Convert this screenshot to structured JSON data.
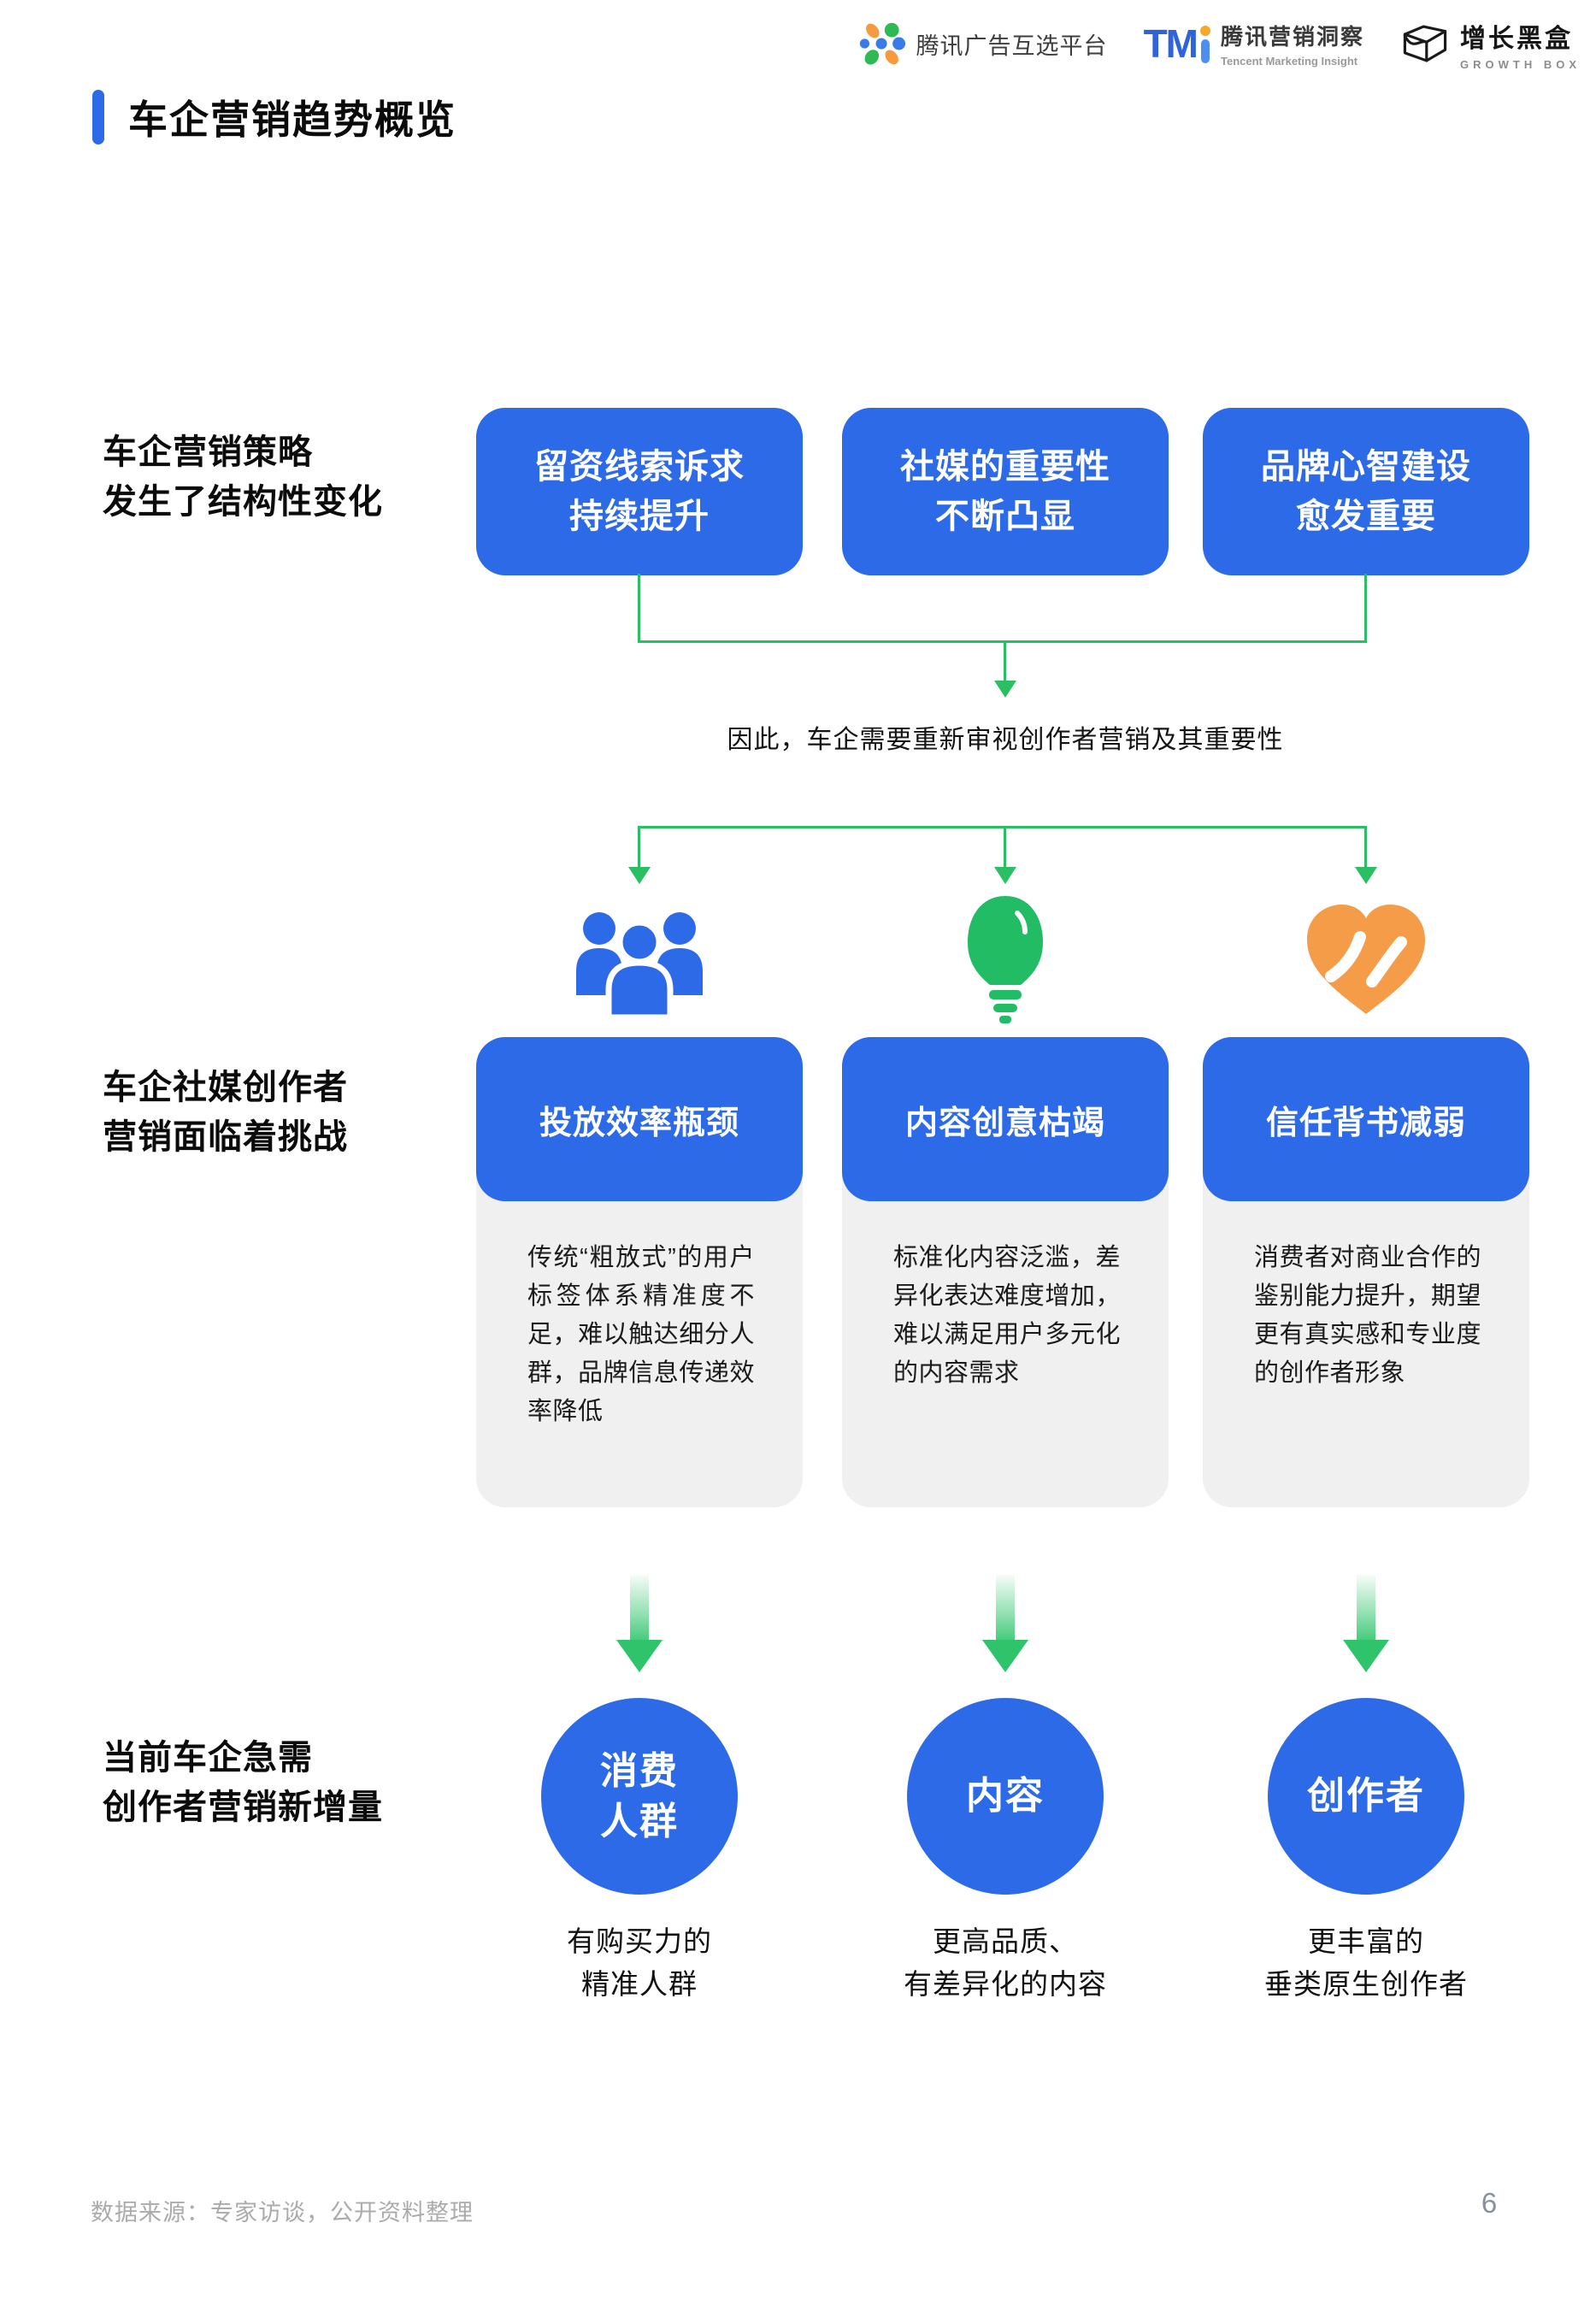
{
  "title": "车企营销趋势概览",
  "header": {
    "logos": [
      {
        "name": "tencent-huxuan-platform",
        "text": "腾讯广告互选平台"
      },
      {
        "name": "tencent-marketing-insight",
        "wordmark_tm": "TM",
        "cn": "腾讯营销洞察",
        "en": "Tencent Marketing Insight"
      },
      {
        "name": "growth-box",
        "cn": "增长黑盒",
        "en": "GROWTH BOX"
      }
    ]
  },
  "sections": {
    "strategy": {
      "label_line1": "车企营销策略",
      "label_line2": "发生了结构性变化",
      "boxes": [
        {
          "line1": "留资线索诉求",
          "line2": "持续提升"
        },
        {
          "line1": "社媒的重要性",
          "line2": "不断凸显"
        },
        {
          "line1": "品牌心智建设",
          "line2": "愈发重要"
        }
      ],
      "conclusion": "因此，车企需要重新审视创作者营销及其重要性"
    },
    "challenges": {
      "label_line1": "车企社媒创作者",
      "label_line2": "营销面临着挑战",
      "cards": [
        {
          "icon": "people-group-icon",
          "title": "投放效率瓶颈",
          "body": "传统“粗放式”的用户标签体系精准度不足，难以触达细分人群，品牌信息传递效率降低"
        },
        {
          "icon": "lightbulb-icon",
          "title": "内容创意枯竭",
          "body": "标准化内容泛滥，差异化表达难度增加，难以满足用户多元化的内容需求"
        },
        {
          "icon": "heart-handshake-icon",
          "title": "信任背书减弱",
          "body": "消费者对商业合作的鉴别能力提升，期望更有真实感和专业度的创作者形象"
        }
      ]
    },
    "needs": {
      "label_line1": "当前车企急需",
      "label_line2": "创作者营销新增量",
      "items": [
        {
          "circle_line1": "消费",
          "circle_line2": "人群",
          "caption_line1": "有购买力的",
          "caption_line2": "精准人群"
        },
        {
          "circle_line1": "内容",
          "circle_line2": "",
          "caption_line1": "更高品质、",
          "caption_line2": "有差异化的内容"
        },
        {
          "circle_line1": "创作者",
          "circle_line2": "",
          "caption_line1": "更丰富的",
          "caption_line2": "垂类原生创作者"
        }
      ]
    }
  },
  "footer": {
    "source": "数据来源：专家访谈，公开资料整理",
    "page_number": "6"
  },
  "colors": {
    "accent_blue": "#2D6AE7",
    "connector_green": "#2ABF62",
    "icon_orange": "#F49C47",
    "card_gray": "#F0F0F1"
  }
}
